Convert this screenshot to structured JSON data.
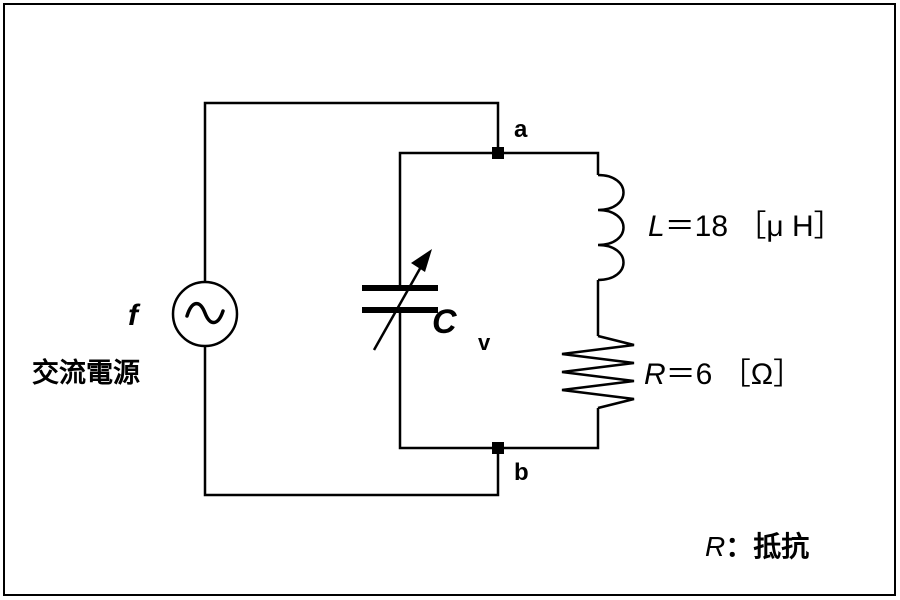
{
  "source": {
    "symbol": "f",
    "glyph": "~",
    "label": "交流電源"
  },
  "terminals": {
    "a": "a",
    "b": "b"
  },
  "capacitor": {
    "symbol": "C",
    "subscript": "v"
  },
  "inductor": {
    "symbol": "L",
    "value_text": "＝18 ［μ H］"
  },
  "resistor": {
    "symbol": "R",
    "value_text": "＝6 ［Ω］"
  },
  "legend": {
    "symbol": "R",
    "text": "：抵抗"
  }
}
